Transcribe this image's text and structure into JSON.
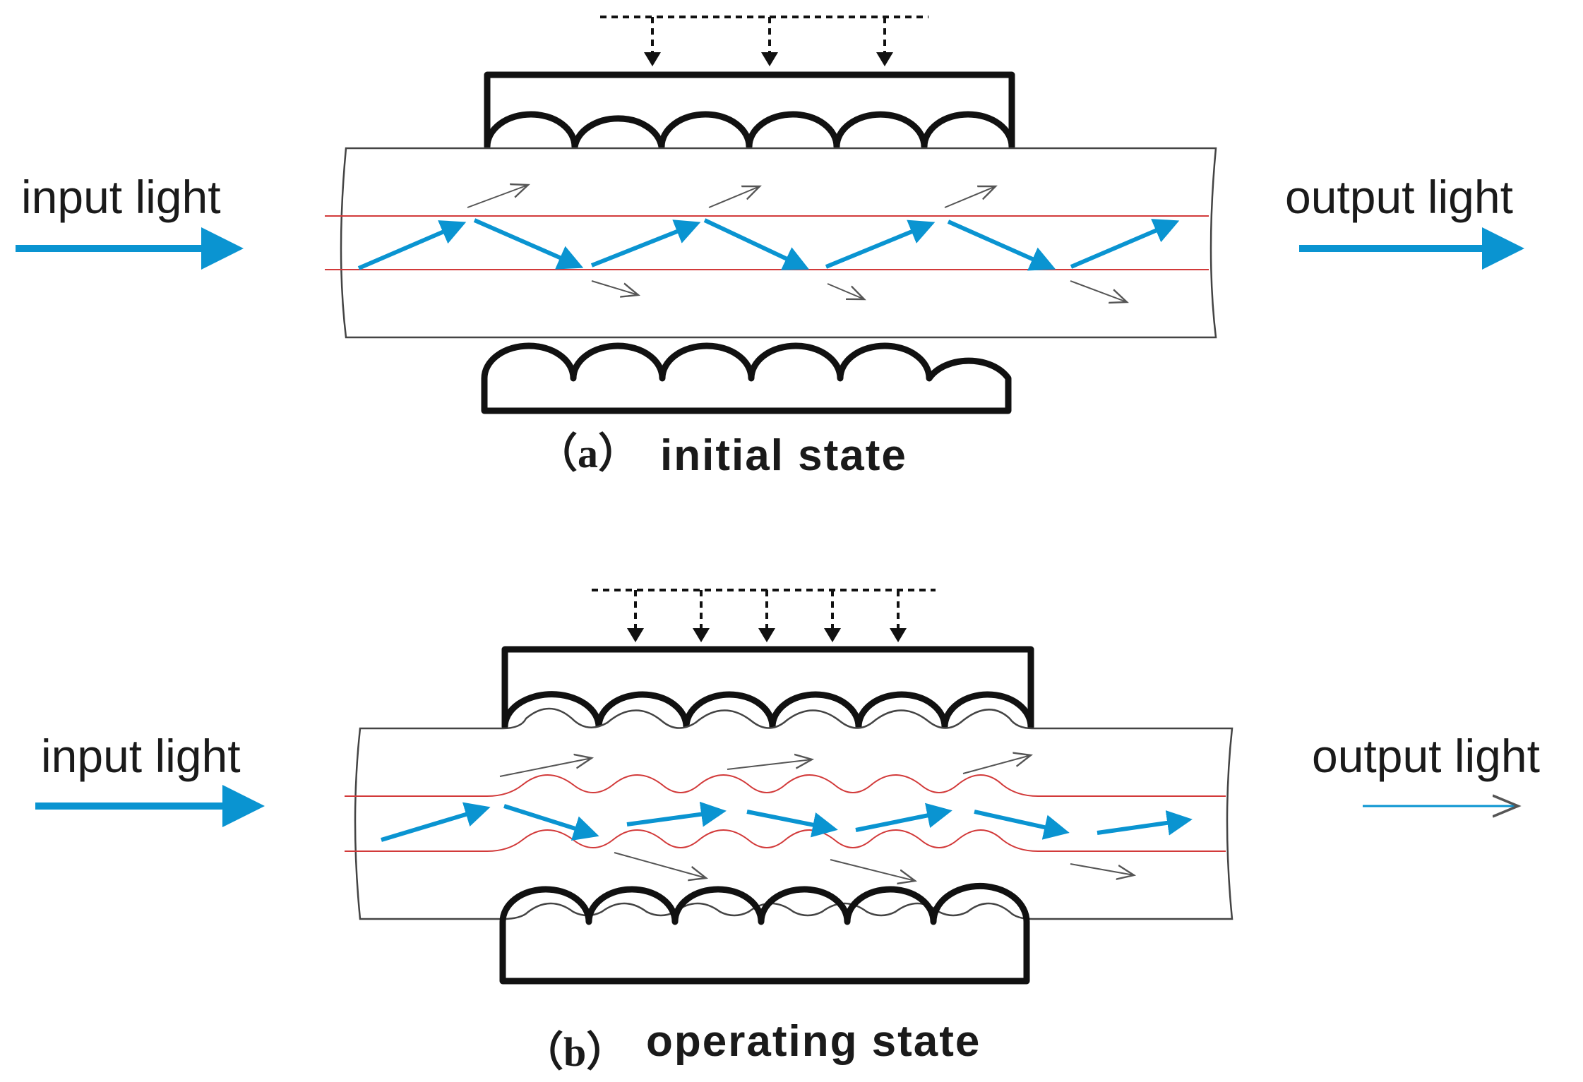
{
  "panel_a": {
    "input_label": "input light",
    "output_label": "output light",
    "caption_letter": "（a）",
    "caption_text": "initial state"
  },
  "panel_b": {
    "input_label": "input light",
    "output_label": "output light",
    "caption_letter": "（b）",
    "caption_text": "operating state"
  },
  "colors": {
    "light_ray": "#0a94d1",
    "core_boundary": "#d23a3a",
    "plate": "#111111",
    "leaked_ray": "#555555"
  }
}
